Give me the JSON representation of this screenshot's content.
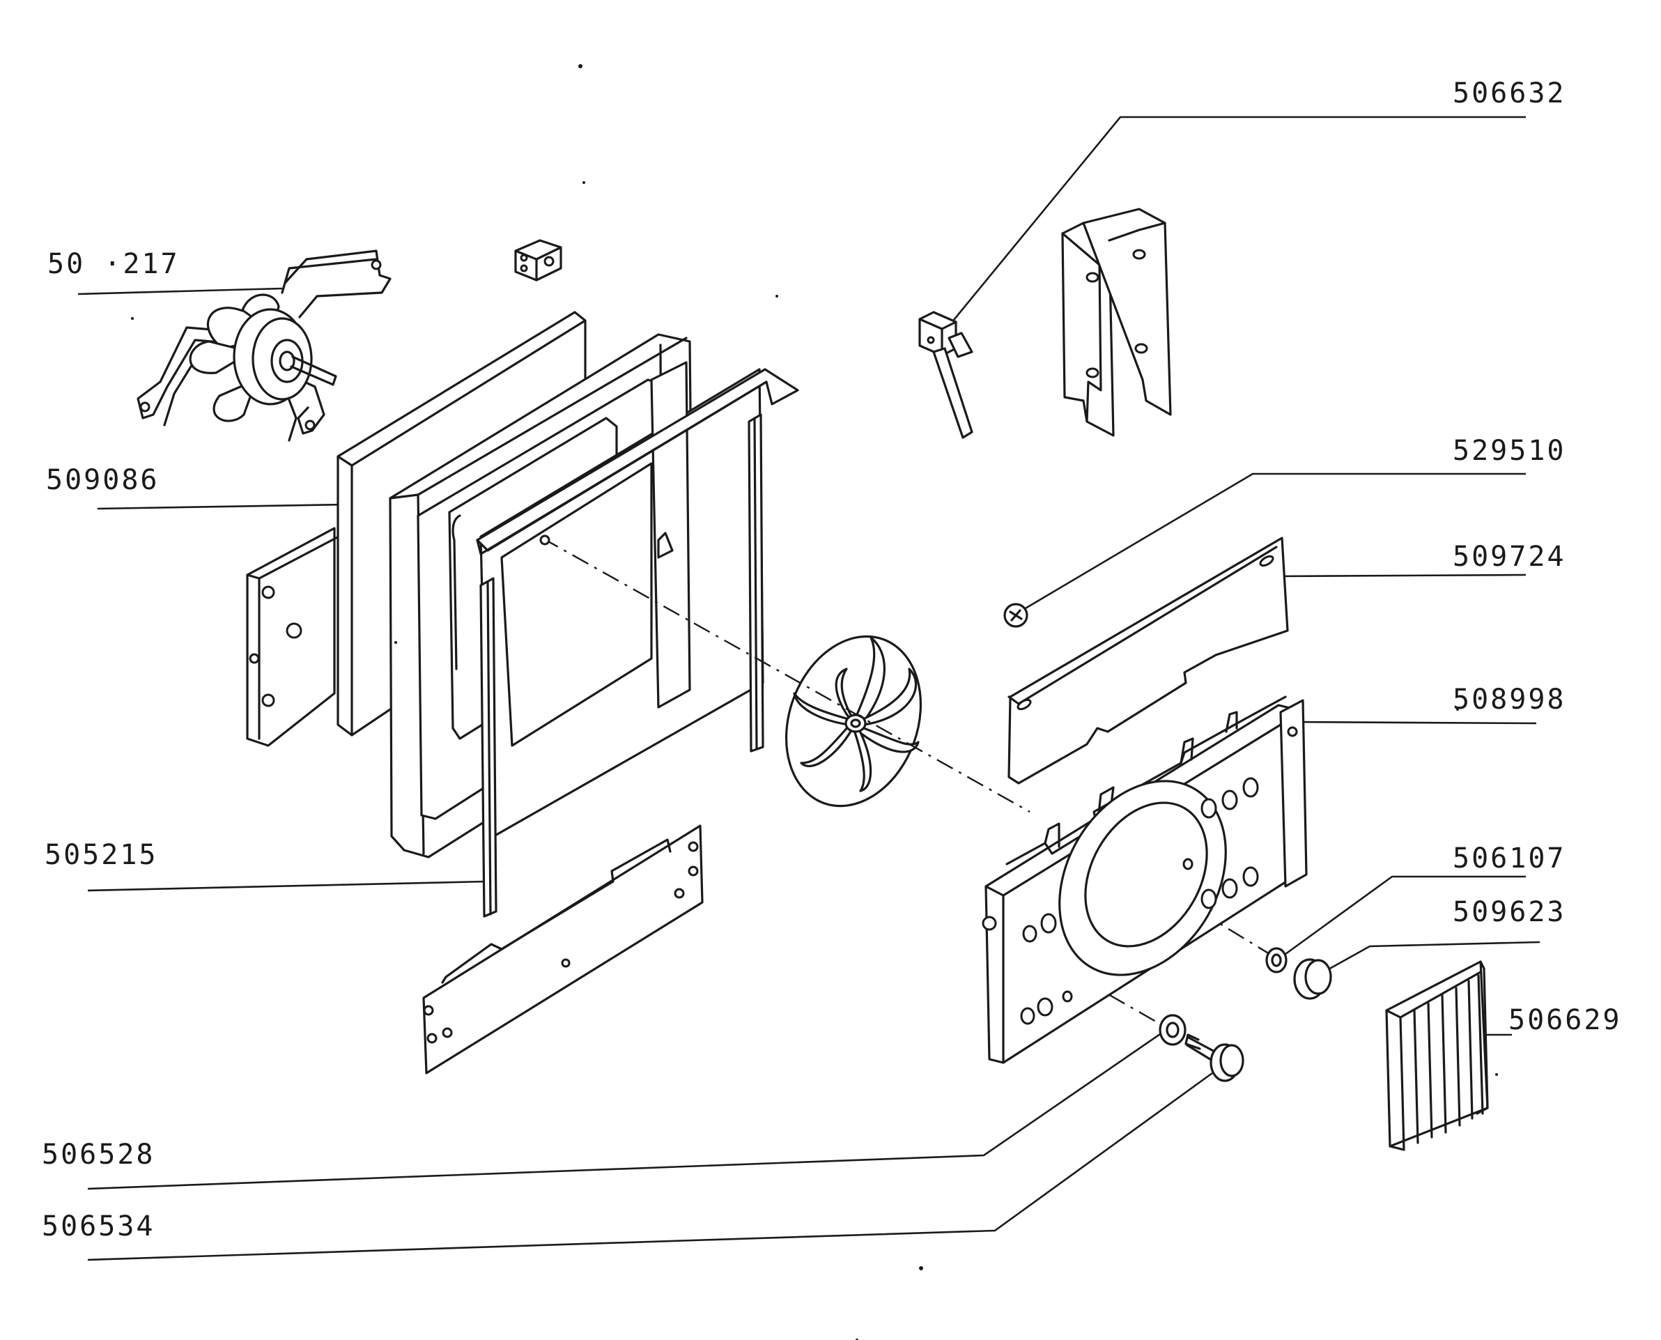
{
  "diagram": {
    "parts": [
      {
        "id": "p506632",
        "number": "506632"
      },
      {
        "id": "p505217",
        "number": "50 ·217"
      },
      {
        "id": "p509086",
        "number": "509086"
      },
      {
        "id": "p529510",
        "number": "529510"
      },
      {
        "id": "p509724",
        "number": "509724"
      },
      {
        "id": "p508998",
        "number": "508998"
      },
      {
        "id": "p505215",
        "number": "505215"
      },
      {
        "id": "p506107",
        "number": "506107"
      },
      {
        "id": "p509623",
        "number": "509623"
      },
      {
        "id": "p506629",
        "number": "506629"
      },
      {
        "id": "p506528",
        "number": "506528"
      },
      {
        "id": "p506534",
        "number": "506534"
      }
    ]
  }
}
